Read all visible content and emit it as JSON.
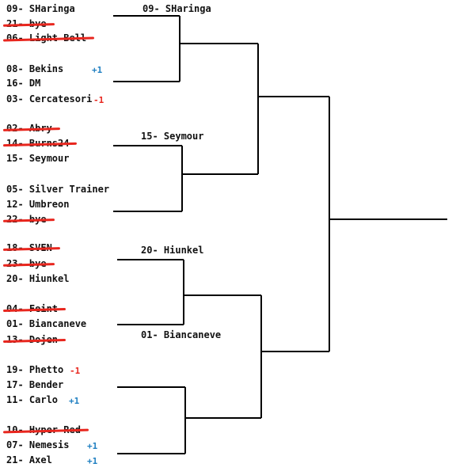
{
  "entries": [
    {
      "text": "09- SHaringa",
      "out": false
    },
    {
      "text": "21- bye",
      "out": true
    },
    {
      "text": "06- Light Bell",
      "out": true
    },
    {
      "text": "08- Bekins",
      "out": false,
      "mod": "+1"
    },
    {
      "text": "16- DM",
      "out": false
    },
    {
      "text": "03- Cercatesori",
      "out": false,
      "mod": "-1"
    },
    {
      "text": "02- Abry",
      "out": true
    },
    {
      "text": "14- Burns24",
      "out": true
    },
    {
      "text": "15- Seymour",
      "out": false
    },
    {
      "text": "05- Silver Trainer",
      "out": false
    },
    {
      "text": "12- Umbreon",
      "out": false
    },
    {
      "text": "22- bye",
      "out": true
    },
    {
      "text": "18- SVEN",
      "out": true
    },
    {
      "text": "23- bye",
      "out": true
    },
    {
      "text": "20- Hiunkel",
      "out": false
    },
    {
      "text": "04- Feint",
      "out": true
    },
    {
      "text": "01- Biancaneve",
      "out": false
    },
    {
      "text": "13- Dojen",
      "out": true
    },
    {
      "text": "19- Phetto",
      "out": false,
      "mod": "-1"
    },
    {
      "text": "17- Bender",
      "out": false
    },
    {
      "text": "11- Carlo",
      "out": false,
      "mod": "+1"
    },
    {
      "text": "10- Hyper Red",
      "out": true
    },
    {
      "text": "07- Nemesis",
      "out": false,
      "mod": "+1"
    },
    {
      "text": "21- Axel",
      "out": false,
      "mod": "+1"
    }
  ],
  "advancers": [
    {
      "text": "09- SHaringa"
    },
    {
      "text": "15- Seymour"
    },
    {
      "text": "20- Hiunkel"
    },
    {
      "text": "01- Biancaneve"
    }
  ],
  "colors": {
    "line": "#000000",
    "strike": "#e8261e",
    "plus": "#1f7fc1",
    "minus": "#e8261e"
  }
}
